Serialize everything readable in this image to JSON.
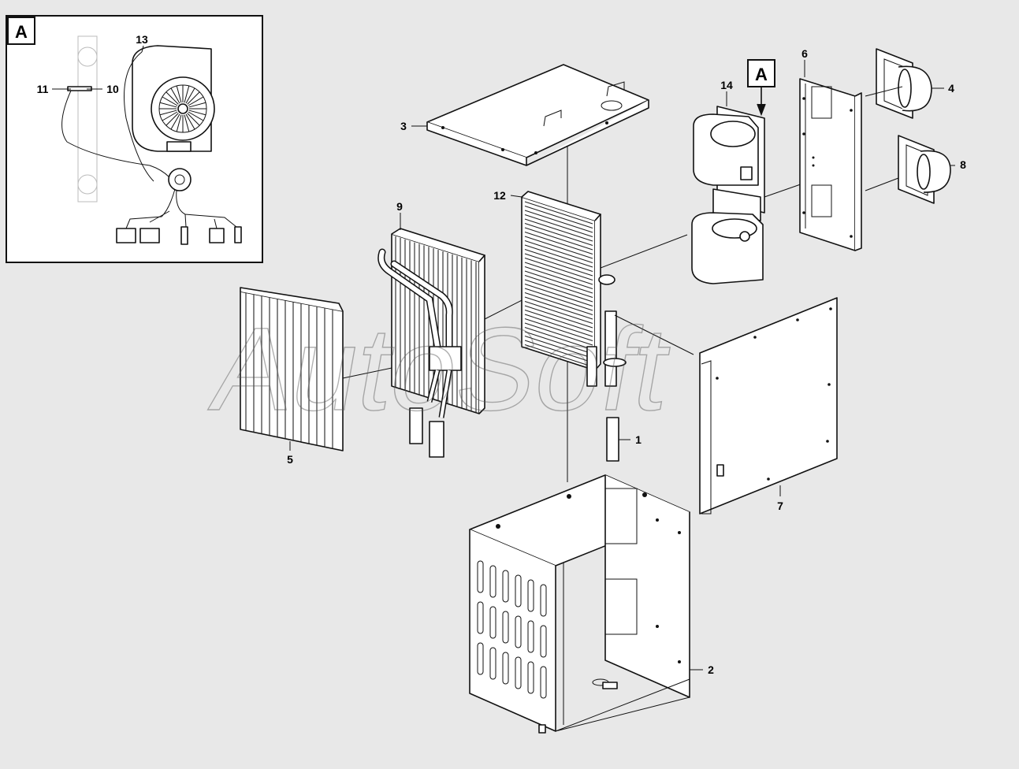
{
  "diagram": {
    "watermark": "AutoSoft",
    "inset": {
      "label": "A",
      "callouts": [
        "13",
        "11",
        "10"
      ]
    },
    "view_marker": "A",
    "callouts": [
      "1",
      "2",
      "3",
      "4",
      "5",
      "6",
      "7",
      "8",
      "9",
      "12",
      "14"
    ],
    "colors": {
      "background": "#e8e8e8",
      "line": "#111111",
      "part_fill": "#ffffff"
    }
  }
}
